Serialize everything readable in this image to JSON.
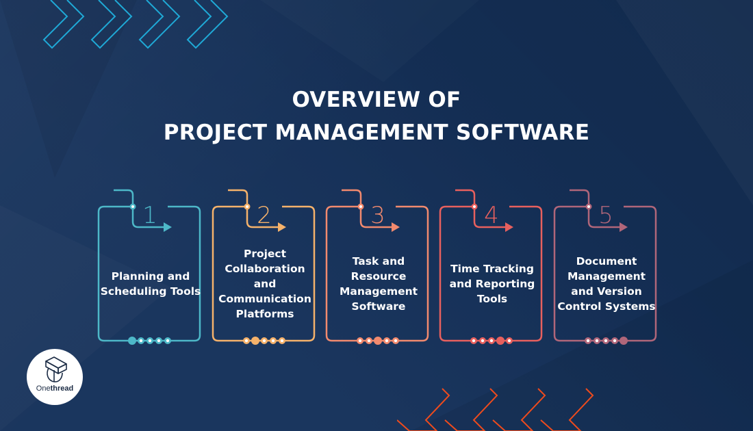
{
  "title": {
    "line1": "OVERVIEW OF",
    "line2": "PROJECT MANAGEMENT SOFTWARE"
  },
  "colors": {
    "background": "#15315a",
    "top_chevrons": "#1fa9d6",
    "bottom_chevrons": "#f04b1c",
    "text": "#ffffff"
  },
  "steps": [
    {
      "number": "1",
      "label": "Planning and Scheduling Tools",
      "color": "#4db8c8",
      "active_dot": 0
    },
    {
      "number": "2",
      "label": "Project Collaboration and Communication Platforms",
      "color": "#f5b26b",
      "active_dot": 1
    },
    {
      "number": "3",
      "label": "Task and Resource Management Software",
      "color": "#f28a6e",
      "active_dot": 2
    },
    {
      "number": "4",
      "label": "Time Tracking and Reporting Tools",
      "color": "#e8605e",
      "active_dot": 3
    },
    {
      "number": "5",
      "label": "Document Management and Version Control Systems",
      "color": "#b0667a",
      "active_dot": 4
    }
  ],
  "logo": {
    "name_light": "One",
    "name_bold": "thread",
    "icon": "onethread-logo-icon"
  },
  "decor": {
    "top_icon": "double-chevron-right-icon",
    "bottom_icon": "double-chevron-left-icon",
    "count": 4
  }
}
